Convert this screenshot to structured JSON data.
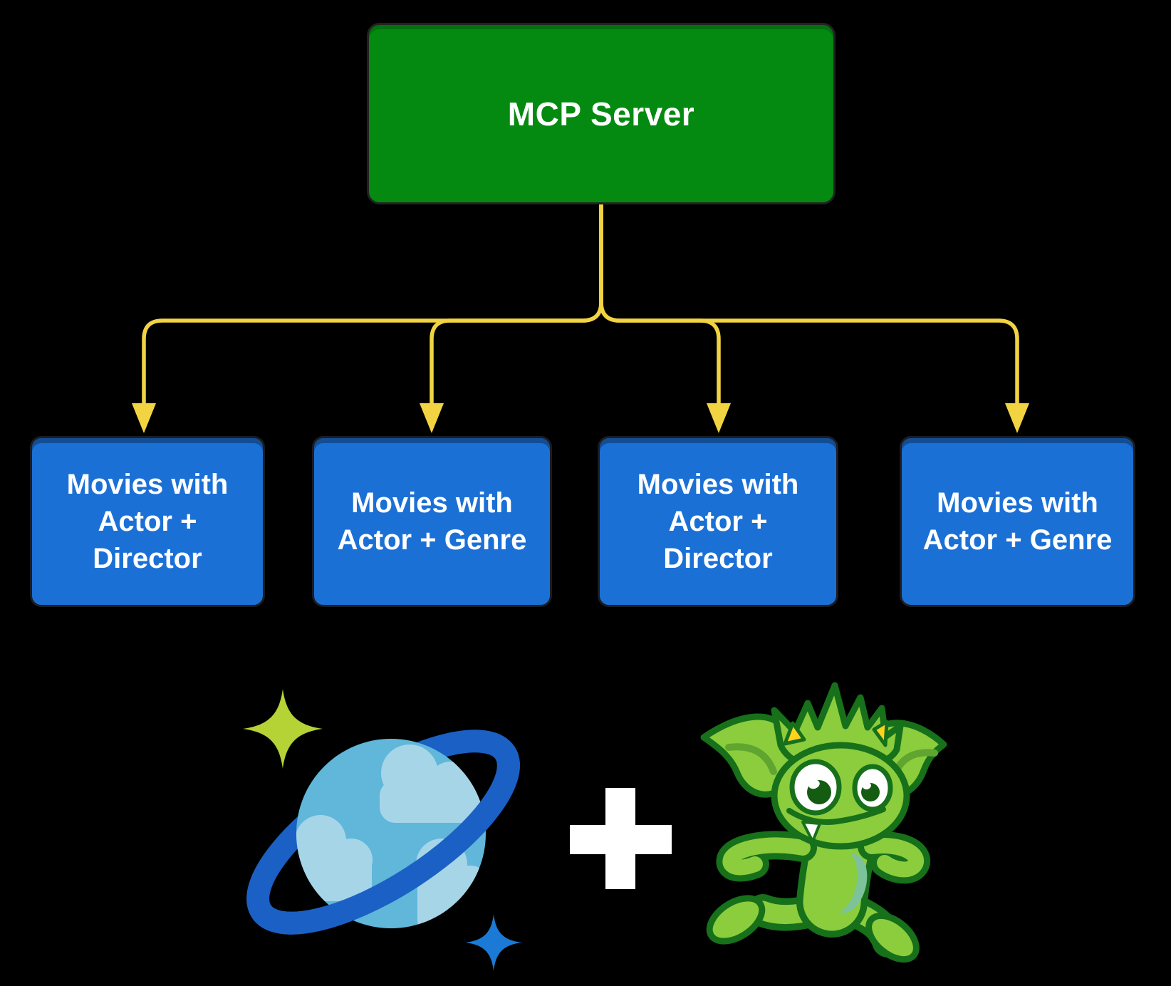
{
  "colors": {
    "background": "#000000",
    "root_box_fill": "#048a10",
    "child_box_fill": "#1b70d6",
    "connector_yellow": "#f2d443",
    "box_text": "#ffffff",
    "cosmos_planet_blue": "#60b7da",
    "cosmos_cloud_blue": "#a7d5e8",
    "cosmos_ring_blue": "#1b60c4",
    "cosmos_sparkle_green": "#b5d334",
    "cosmos_sparkle_blue": "#1a7ad6",
    "gremlin_body_green": "#8ccd3e",
    "gremlin_outline_green": "#17701a",
    "gremlin_horn_yellow": "#ffd21e",
    "plus_white": "#ffffff"
  },
  "diagram": {
    "root": {
      "label": "MCP Server"
    },
    "children": [
      {
        "lines": [
          "Movies with",
          "Actor +",
          "Director"
        ]
      },
      {
        "lines": [
          "Movies with",
          "Actor + Genre"
        ]
      },
      {
        "lines": [
          "Movies with",
          "Actor +",
          "Director"
        ]
      },
      {
        "lines": [
          "Movies with",
          "Actor + Genre"
        ]
      }
    ]
  },
  "footer": {
    "left_icon": "azure-cosmos-db-logo",
    "operator": "+",
    "right_icon": "gremlin-mascot"
  }
}
